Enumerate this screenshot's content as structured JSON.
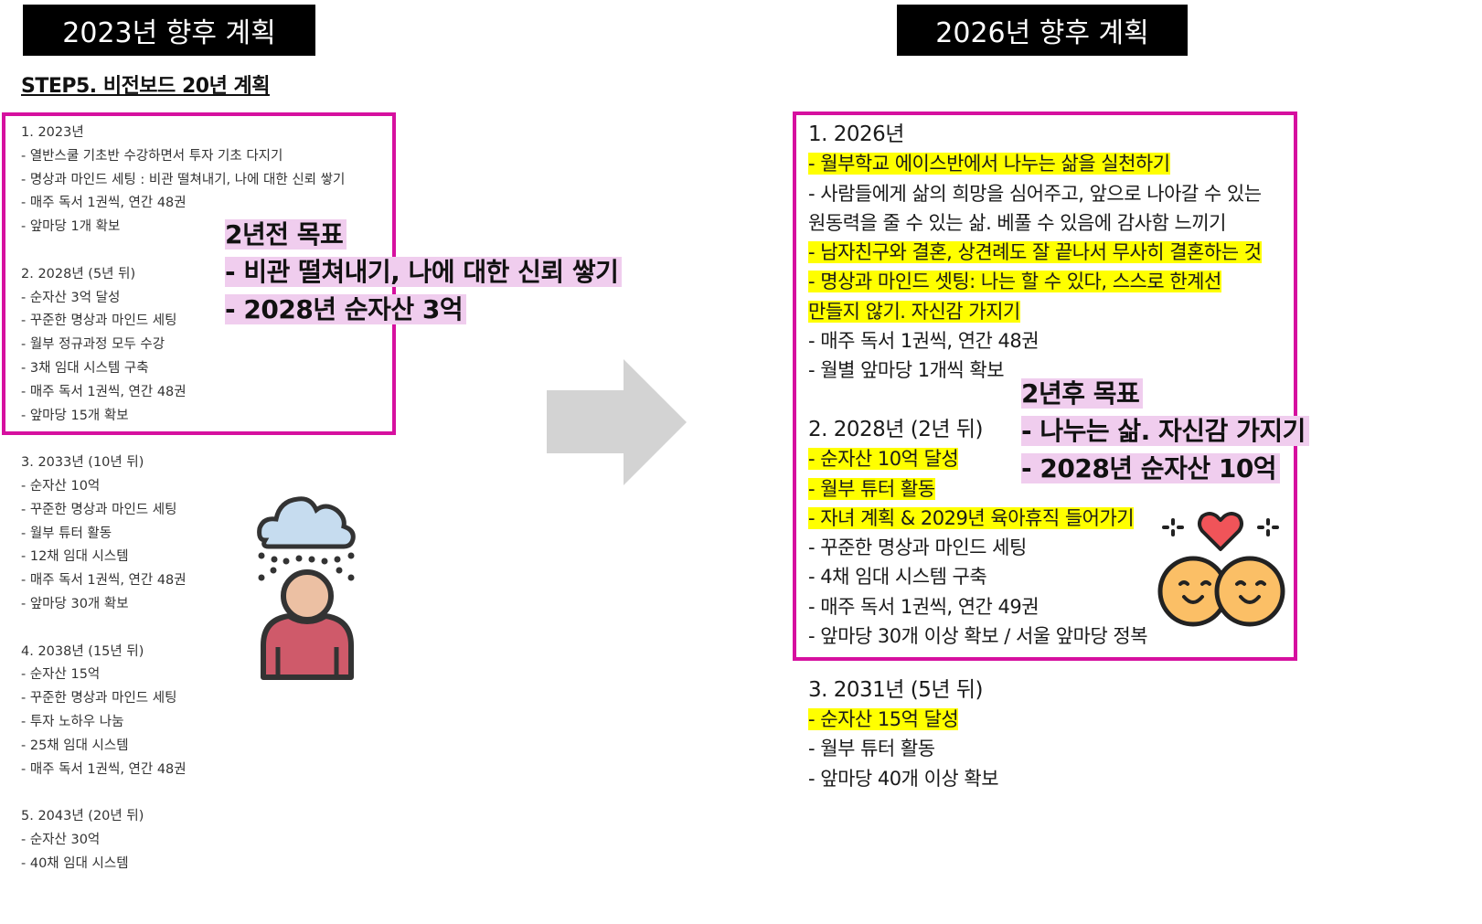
{
  "left": {
    "title": "2023년 향후 계획",
    "step_heading": "STEP5. 비전보드 20년 계획",
    "sections": [
      {
        "heading": "1. 2023년",
        "items": [
          "- 열반스쿨 기초반 수강하면서 투자 기초 다지기",
          "- 명상과 마인드 세팅 : 비관 떨쳐내기, 나에 대한 신뢰 쌓기",
          "- 매주 독서 1권씩, 연간 48권",
          "- 앞마당 1개 확보"
        ]
      },
      {
        "heading": "2. 2028년 (5년 뒤)",
        "items": [
          "- 순자산 3억 달성",
          "- 꾸준한 명상과 마인드 세팅",
          "- 월부 정규과정 모두 수강",
          "- 3채 임대 시스템 구축",
          "- 매주 독서 1권씩, 연간 48권",
          "- 앞마당 15개 확보"
        ]
      },
      {
        "heading": "3. 2033년 (10년 뒤)",
        "items": [
          "- 순자산 10억",
          "- 꾸준한 명상과 마인드 세팅",
          "- 월부 튜터 활동",
          "- 12채 임대 시스템",
          "- 매주 독서 1권씩, 연간 48권",
          "- 앞마당 30개 확보"
        ]
      },
      {
        "heading": "4. 2038년 (15년 뒤)",
        "items": [
          "- 순자산 15억",
          "- 꾸준한 명상과 마인드 세팅",
          "- 투자 노하우 나눔",
          "- 25채 임대 시스템",
          "- 매주 독서 1권씩, 연간 48권"
        ]
      },
      {
        "heading": "5. 2043년 (20년 뒤)",
        "items": [
          "- 순자산 30억",
          "- 40채 임대 시스템"
        ]
      }
    ],
    "goal_note": [
      "2년전 목표",
      "- 비관 떨쳐내기, 나에 대한 신뢰 쌓기",
      "- 2028년 순자산 3억"
    ]
  },
  "right": {
    "title": "2026년 향후 계획",
    "sections": [
      {
        "heading": "1.    2026년",
        "items": [
          {
            "text": "- 월부학교 에이스반에서 나누는 삶을 실천하기",
            "highlight": true
          },
          {
            "text": "- 사람들에게 삶의 희망을 심어주고, 앞으로 나아갈 수 있는",
            "highlight": false
          },
          {
            "text": "원동력을 줄 수 있는 삶. 베풀 수 있음에 감사함 느끼기",
            "highlight": false
          },
          {
            "text": "- 남자친구와 결혼, 상견례도 잘 끝나서 무사히 결혼하는 것",
            "highlight": true
          },
          {
            "text": "- 명상과 마인드 셋팅: 나는 할 수 있다, 스스로 한계선",
            "highlight": true
          },
          {
            "text": "만들지 않기. 자신감 가지기",
            "highlight": true
          },
          {
            "text": "- 매주 독서 1권씩, 연간 48권",
            "highlight": false
          },
          {
            "text": "- 월별 앞마당 1개씩 확보",
            "highlight": false
          }
        ]
      },
      {
        "heading": "2.    2028년 (2년 뒤)",
        "items": [
          {
            "text": "- 순자산 10억 달성",
            "highlight": true
          },
          {
            "text": "- 월부 튜터 활동",
            "highlight": true
          },
          {
            "text": "- 자녀 계획 & 2029년 육아휴직 들어가기",
            "highlight": true
          },
          {
            "text": "- 꾸준한 명상과 마인드 세팅",
            "highlight": false
          },
          {
            "text": "- 4채 임대 시스템 구축",
            "highlight": false
          },
          {
            "text": "- 매주 독서 1권씩, 연간 49권",
            "highlight": false
          },
          {
            "text": "- 앞마당 30개 이상 확보 / 서울 앞마당 정복",
            "highlight": false
          }
        ]
      },
      {
        "heading": "3.   2031년 (5년 뒤)",
        "items": [
          {
            "text": "- 순자산 15억 달성",
            "highlight": true
          },
          {
            "text": "- 월부 튜터 활동",
            "highlight": false
          },
          {
            "text": "- 앞마당 40개 이상 확보",
            "highlight": false
          }
        ]
      }
    ],
    "goal_note": [
      "2년후 목표",
      "- 나누는 삶. 자신감 가지기",
      "- 2028년 순자산 10억"
    ]
  },
  "colors": {
    "frame": "#d6109f",
    "highlight": "#ffff00",
    "note_bg": "#f0cdee",
    "arrow": "#d3d3d3"
  },
  "icons": {
    "left": "sad-person-rain-cloud-icon",
    "right": "couple-smiling-heart-icon",
    "middle": "right-arrow-icon"
  }
}
